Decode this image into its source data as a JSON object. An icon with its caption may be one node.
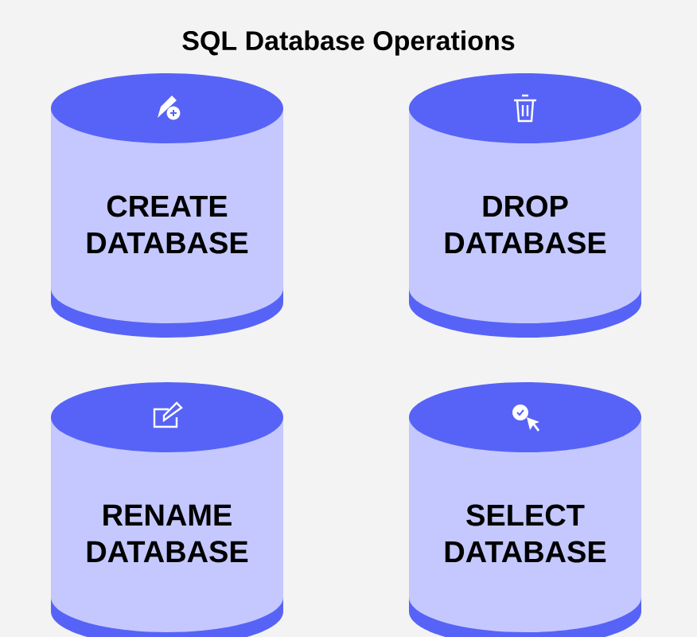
{
  "diagram": {
    "title": "SQL Database Operations",
    "nodes": [
      {
        "text": [
          "CREATE DATABASE"
        ]
      },
      {
        "text": [
          "DROP DATABASE"
        ]
      },
      {
        "text": [
          "RENAME DATABASE"
        ]
      },
      {
        "text": [
          "SELECT DATABASE"
        ]
      }
    ]
  }
}
